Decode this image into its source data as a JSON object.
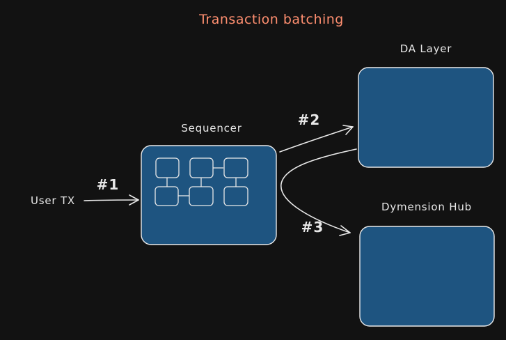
{
  "diagram": {
    "title": "Transaction batching",
    "nodes": {
      "user_tx": "User TX",
      "sequencer": "Sequencer",
      "da_layer": "DA Layer",
      "dymension_hub": "Dymension Hub"
    },
    "steps": {
      "step1": "#1",
      "step2": "#2",
      "step3": "#3"
    }
  },
  "colors": {
    "background": "#121212",
    "title": "#ff8f70",
    "box_fill": "#1e5480",
    "stroke": "#e9e9e9"
  }
}
